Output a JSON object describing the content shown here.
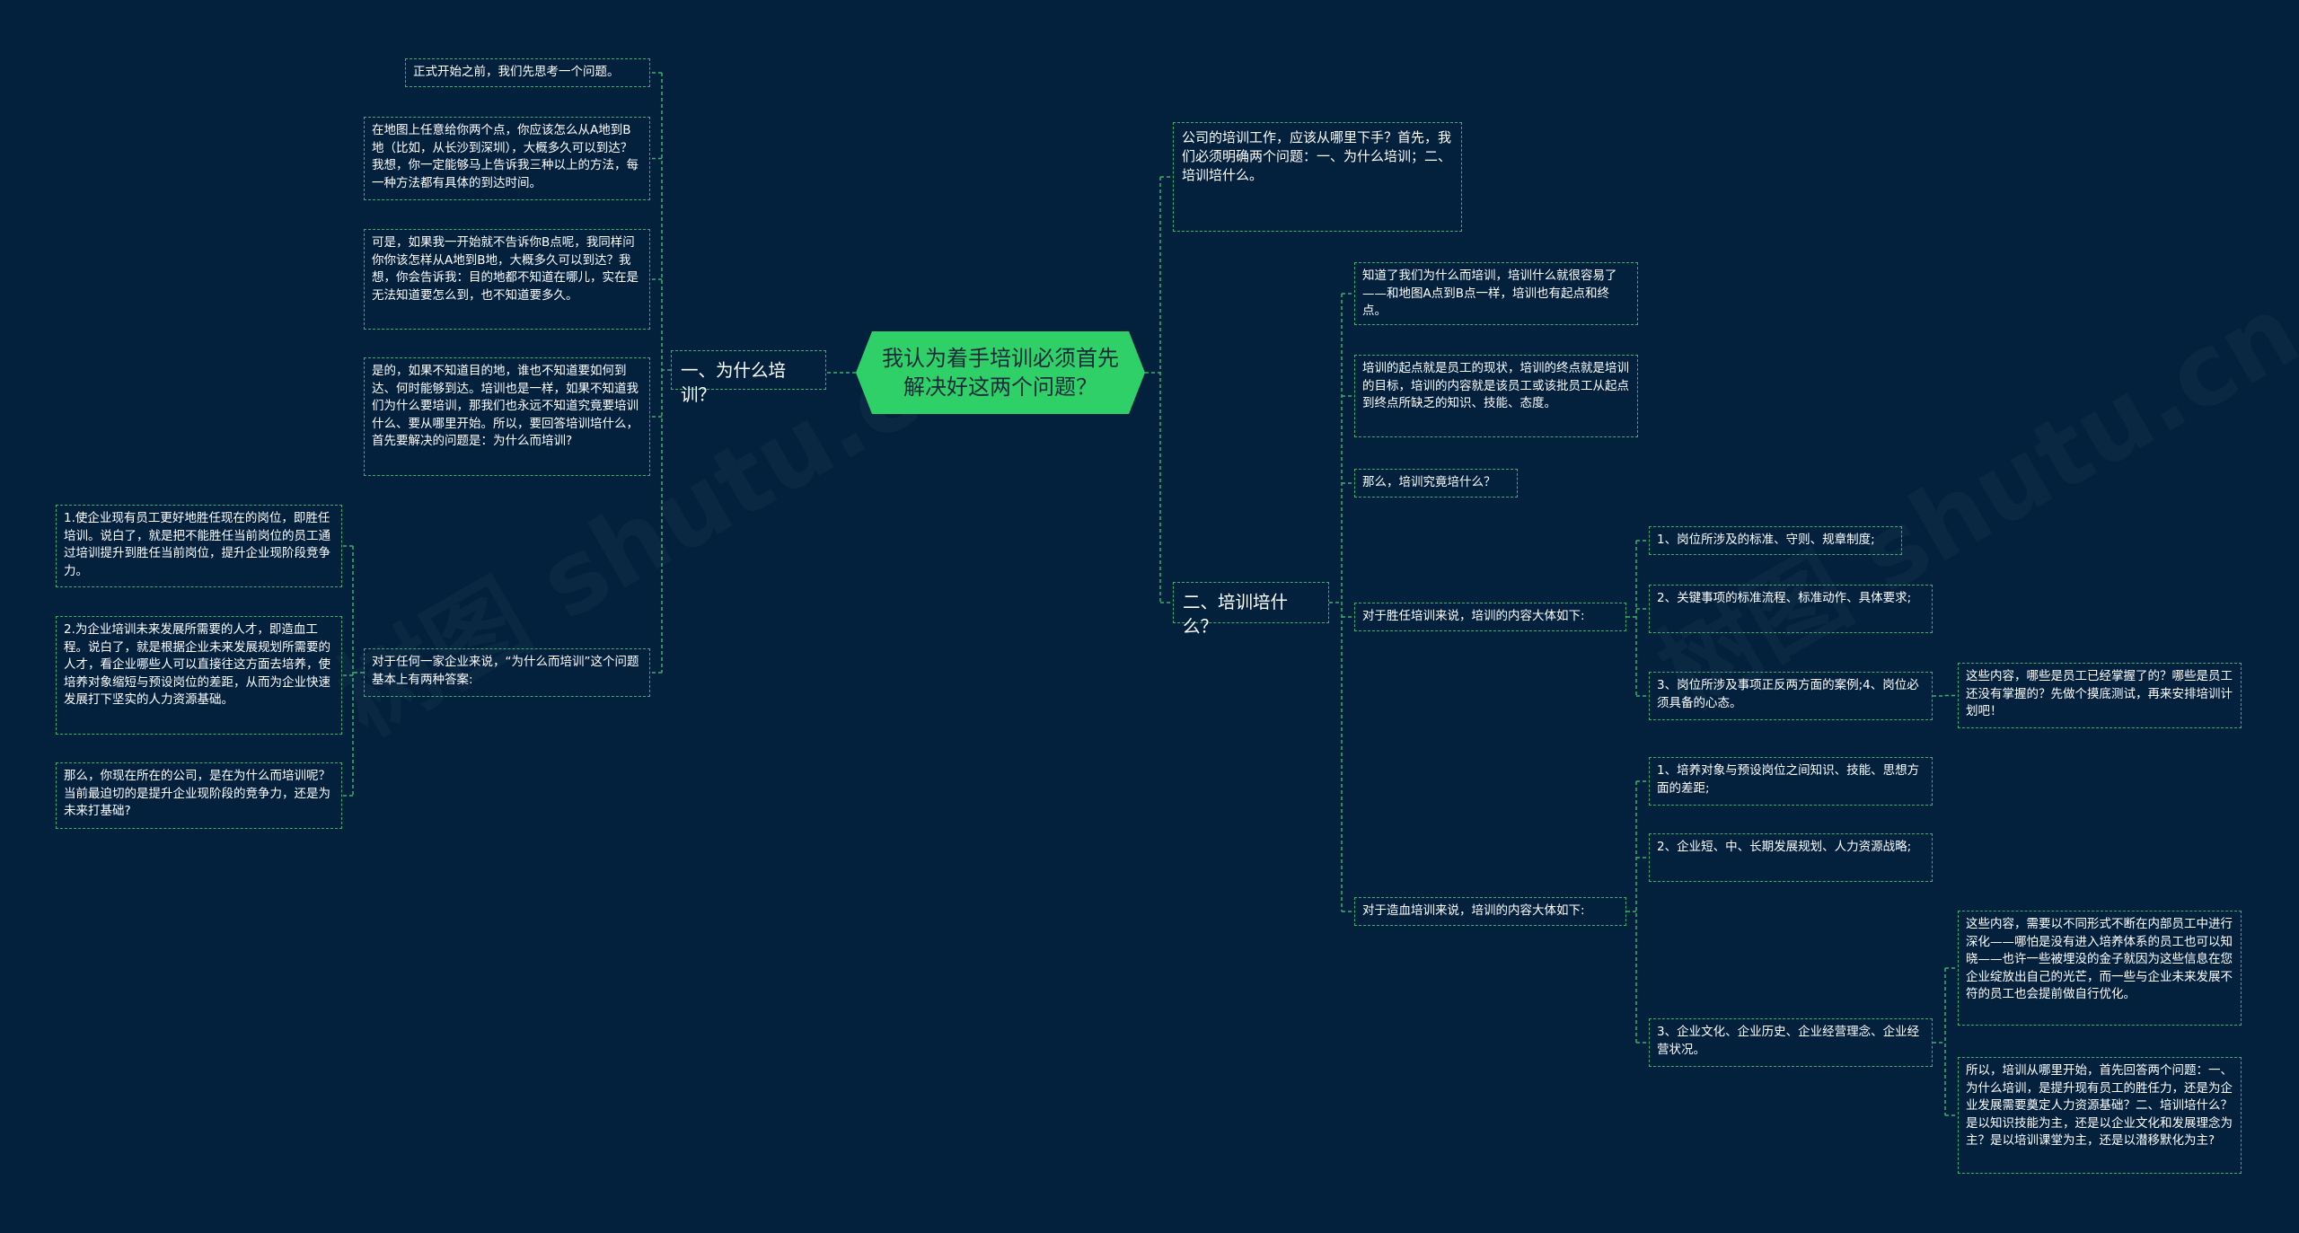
{
  "root": {
    "text": "我认为着手培训必须首先解决好这两个问题？"
  },
  "left": {
    "branch_label": "一、为什么培训？",
    "items": [
      "正式开始之前，我们先思考一个问题。",
      "在地图上任意给你两个点，你应该怎么从A地到B地（比如，从长沙到深圳），大概多久可以到达？我想，你一定能够马上告诉我三种以上的方法，每一种方法都有具体的到达时间。",
      "可是，如果我一开始就不告诉你B点呢，我同样问你你该怎样从A地到B地，大概多久可以到达？我想，你会告诉我：目的地都不知道在哪儿，实在是无法知道要怎么到，也不知道要多久。",
      "是的，如果不知道目的地，谁也不知道要如何到达、何时能够到达。培训也是一样，如果不知道我们为什么要培训，那我们也永远不知道究竟要培训什么、要从哪里开始。所以，要回答培训培什么，首先要解决的问题是：为什么而培训?",
      "对于任何一家企业来说，“为什么而培训”这个问题基本上有两种答案:"
    ],
    "answers": [
      "1.使企业现有员工更好地胜任现在的岗位，即胜任培训。说白了，就是把不能胜任当前岗位的员工通过培训提升到胜任当前岗位，提升企业现阶段竞争力。",
      "2.为企业培训未来发展所需要的人才，即造血工程。说白了，就是根据企业未来发展规划所需要的人才，看企业哪些人可以直接往这方面去培养，使培养对象缩短与预设岗位的差距，从而为企业快速发展打下坚实的人力资源基础。",
      "那么，你现在所在的公司，是在为什么而培训呢？当前最迫切的是提升企业现阶段的竞争力，还是为未来打基础?"
    ]
  },
  "right": {
    "intro": "公司的培训工作，应该从哪里下手？首先，我们必须明确两个问题：一、为什么培训；二、培训培什么。",
    "branch_label": "二、培训培什么？",
    "points": [
      "知道了我们为什么而培训，培训什么就很容易了——和地图A点到B点一样，培训也有起点和终点。",
      "培训的起点就是员工的现状，培训的终点就是培训的目标，培训的内容就是该员工或该批员工从起点到终点所缺乏的知识、技能、态度。",
      "那么，培训究竟培什么？"
    ],
    "competency": {
      "label": "对于胜任培训来说，培训的内容大体如下:",
      "items": [
        "1、岗位所涉及的标准、守则、规章制度;",
        "2、关键事项的标准流程、标准动作、具体要求;",
        "3、岗位所涉及事项正反两方面的案例;4、岗位必须具备的心态。"
      ],
      "note": "这些内容，哪些是员工已经掌握了的？哪些是员工还没有掌握的？先做个摸底测试，再来安排培训计划吧！"
    },
    "hematopoiesis": {
      "label": "对于造血培训来说，培训的内容大体如下:",
      "items": [
        "1、培养对象与预设岗位之间知识、技能、思想方面的差距;",
        "2、企业短、中、长期发展规划、人力资源战略;",
        "3、企业文化、企业历史、企业经营理念、企业经营状况。"
      ],
      "notes": [
        "这些内容，需要以不同形式不断在内部员工中进行深化——哪怕是没有进入培养体系的员工也可以知晓——也许一些被埋没的金子就因为这些信息在您企业绽放出自己的光芒，而一些与企业未来发展不符的员工也会提前做自行优化。",
        "所以，培训从哪里开始，首先回答两个问题：一、为什么培训，是提升现有员工的胜任力，还是为企业发展需要奠定人力资源基础？二、培训培什么？是以知识技能为主，还是以企业文化和发展理念为主？是以培训课堂为主，还是以潜移默化为主?"
      ]
    }
  },
  "colors": {
    "background": "#03213d",
    "root_fill": "#2ed067",
    "link": "#39b06b"
  }
}
